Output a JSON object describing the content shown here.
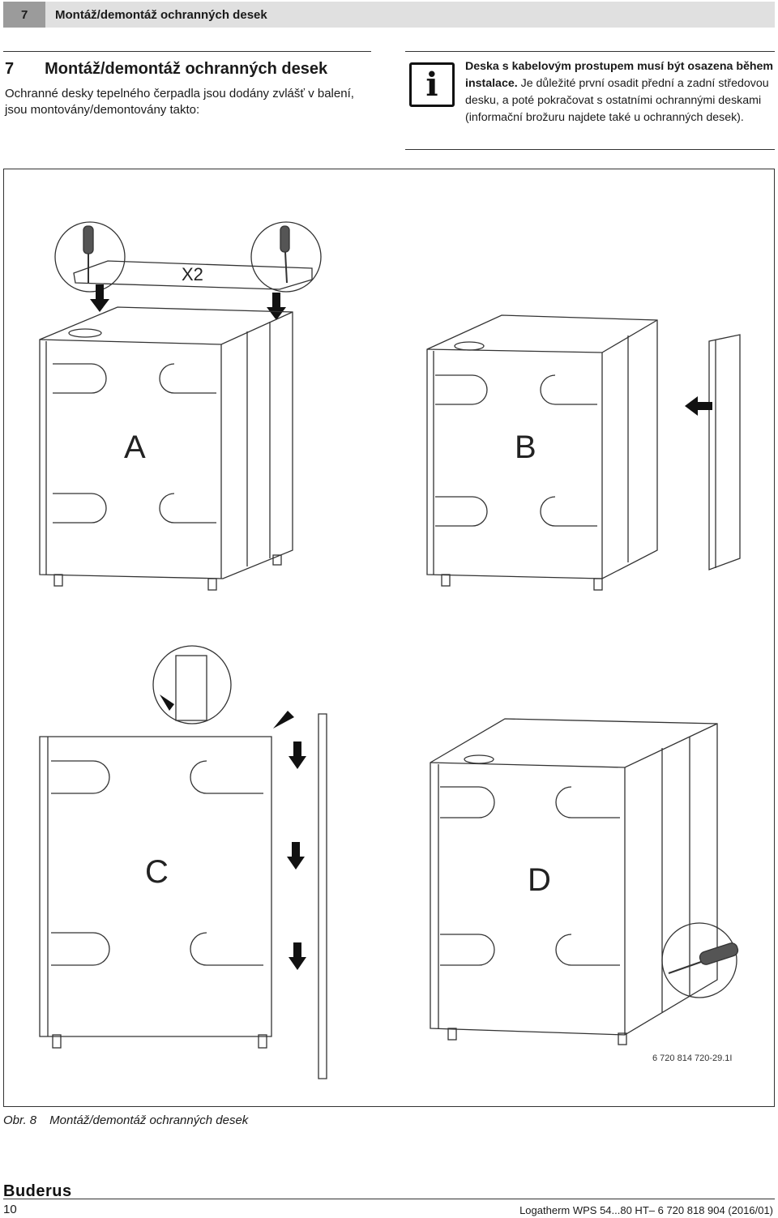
{
  "header": {
    "number": "7",
    "title": "Montáž/demontáž ochranných desek"
  },
  "section": {
    "number": "7",
    "title": "Montáž/demontáž ochranných desek",
    "intro": "Ochranné desky tepelného čerpadla jsou dodány zvlášť v balení, jsou montovány/demontovány takto:"
  },
  "info": {
    "icon": "info-icon",
    "bold": "Deska s kabelovým prostupem musí být osazena během instalace.",
    "text": " Je důležité první osadit přední a zadní středovou desku, a poté pokračovat s ostatními ochrannými deskami (informační brožuru najdete také u ochranných desek)."
  },
  "figure": {
    "label_x2": "X2",
    "letters": [
      "A",
      "B",
      "C",
      "D"
    ],
    "code": "6 720 814 720-29.1I"
  },
  "caption": {
    "label": "Obr. 8",
    "text": "Montáž/demontáž ochranných desek"
  },
  "footer": {
    "brand": "Buderus",
    "page": "10",
    "doc": "Logatherm WPS 54...80 HT– 6 720 818 904 (2016/01)"
  }
}
